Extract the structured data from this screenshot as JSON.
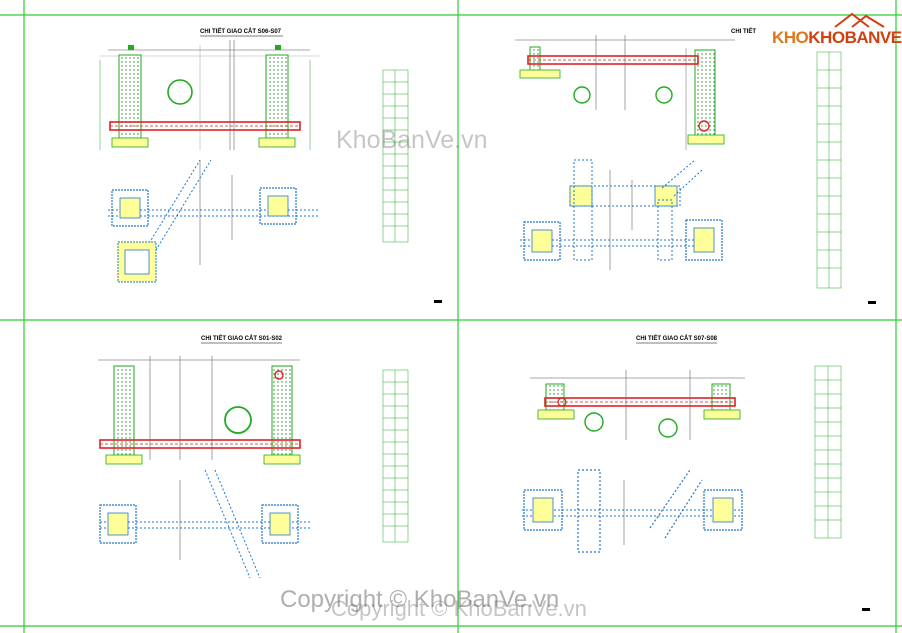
{
  "sheets": {
    "top_left": {
      "title": "CHI TIẾT GIAO CẮT S06-S07"
    },
    "top_right": {
      "title": "CHI TIẾT"
    },
    "bottom_left": {
      "title": "CHI TIẾT GIAO CẮT S01-S02"
    },
    "bottom_right": {
      "title": "CHI TIẾT GIAO CẮT S07-S08"
    }
  },
  "logo": {
    "part1": "KHO",
    "part2": "KHO",
    "part3": "BANVE"
  },
  "watermarks": {
    "center": "KhoBanVe.vn",
    "copyright_1": "Copyright © KhoBanVe.vn",
    "copyright_2": "Copyright © KhoBanVe.vn"
  },
  "colors": {
    "frame": "#33cc33",
    "wall": "#22aa22",
    "pipe": "#dd2222",
    "plan": "#2277cc",
    "highlight": "#ffff99",
    "logo_orange": "#e07818",
    "logo_red": "#d04010"
  }
}
